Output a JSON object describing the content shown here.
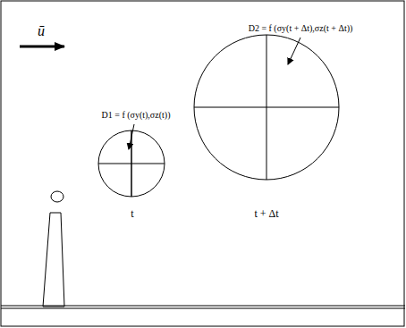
{
  "diagram": {
    "labels": [
      "ū",
      "D1 = f (σy(t),σz(t))",
      "t",
      "D2 = f (σy(t + Δt),σz(t + Δt))",
      "t + Δt"
    ]
  }
}
